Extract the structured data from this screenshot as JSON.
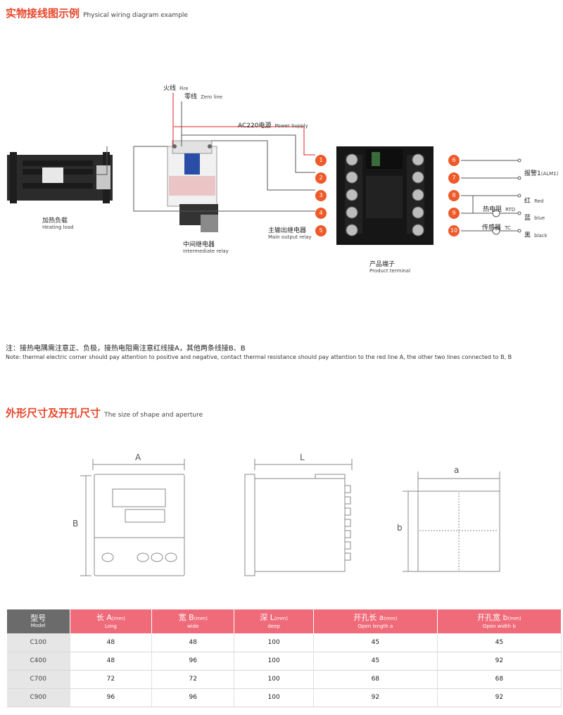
{
  "section1": {
    "title_cn": "实物接线图示例",
    "title_en": "Physical wiring diagram example"
  },
  "wiring": {
    "fire_cn": "火线",
    "fire_en": "Fire",
    "zero_cn": "零线",
    "zero_en": "Zero line",
    "power_cn": "AC220电源",
    "power_en": "Power Supply",
    "heating_cn": "加热负载",
    "heating_en": "Heating load",
    "relay_cn": "中间继电器",
    "relay_en": "Intermediate relay",
    "main_out_cn": "主输出继电器",
    "main_out_en": "Main output relay",
    "terminal_cn": "产品端子",
    "terminal_en": "Product terminal",
    "alarm_cn": "报警1",
    "alarm_en": "(ALM1)",
    "red_cn": "红",
    "red_en": "Red",
    "rtd_cn": "热电阻",
    "rtd_en": "RTD",
    "blue_cn": "蓝",
    "blue_en": "blue",
    "tc_cn": "传感器",
    "tc_en": "TC",
    "black_cn": "黑",
    "black_en": "black",
    "terminals": [
      "1",
      "2",
      "3",
      "4",
      "5",
      "6",
      "7",
      "8",
      "9",
      "10"
    ]
  },
  "note": {
    "cn": "注：接热电隅需注意正、负极，接热电阻需注意红线接A，其他两条线接B、B",
    "en": "Note: thermal electric corner should pay attention to positive and negative, contact thermal resistance should pay attention to the red line A, the other two lines connected to B, B"
  },
  "section2": {
    "title_cn": "外形尺寸及开孔尺寸",
    "title_en": "The size of shape and aperture"
  },
  "dims": {
    "A": "A",
    "B": "B",
    "L": "L",
    "a": "a",
    "b": "b"
  },
  "table": {
    "headers": [
      {
        "cn": "型号",
        "unit": "",
        "en": "Model"
      },
      {
        "cn": "长 A",
        "unit": "(mm)",
        "en": "Long"
      },
      {
        "cn": "宽 B",
        "unit": "(mm)",
        "en": "wide"
      },
      {
        "cn": "深 L",
        "unit": "(mm)",
        "en": "deep"
      },
      {
        "cn": "开孔长 a",
        "unit": "(mm)",
        "en": "Open length a"
      },
      {
        "cn": "开孔宽 b",
        "unit": "(mm)",
        "en": "Open width b"
      }
    ],
    "rows": [
      [
        "C100",
        "48",
        "48",
        "100",
        "45",
        "45"
      ],
      [
        "C400",
        "48",
        "96",
        "100",
        "45",
        "92"
      ],
      [
        "C700",
        "72",
        "72",
        "100",
        "68",
        "68"
      ],
      [
        "C900",
        "96",
        "96",
        "100",
        "92",
        "92"
      ]
    ]
  }
}
